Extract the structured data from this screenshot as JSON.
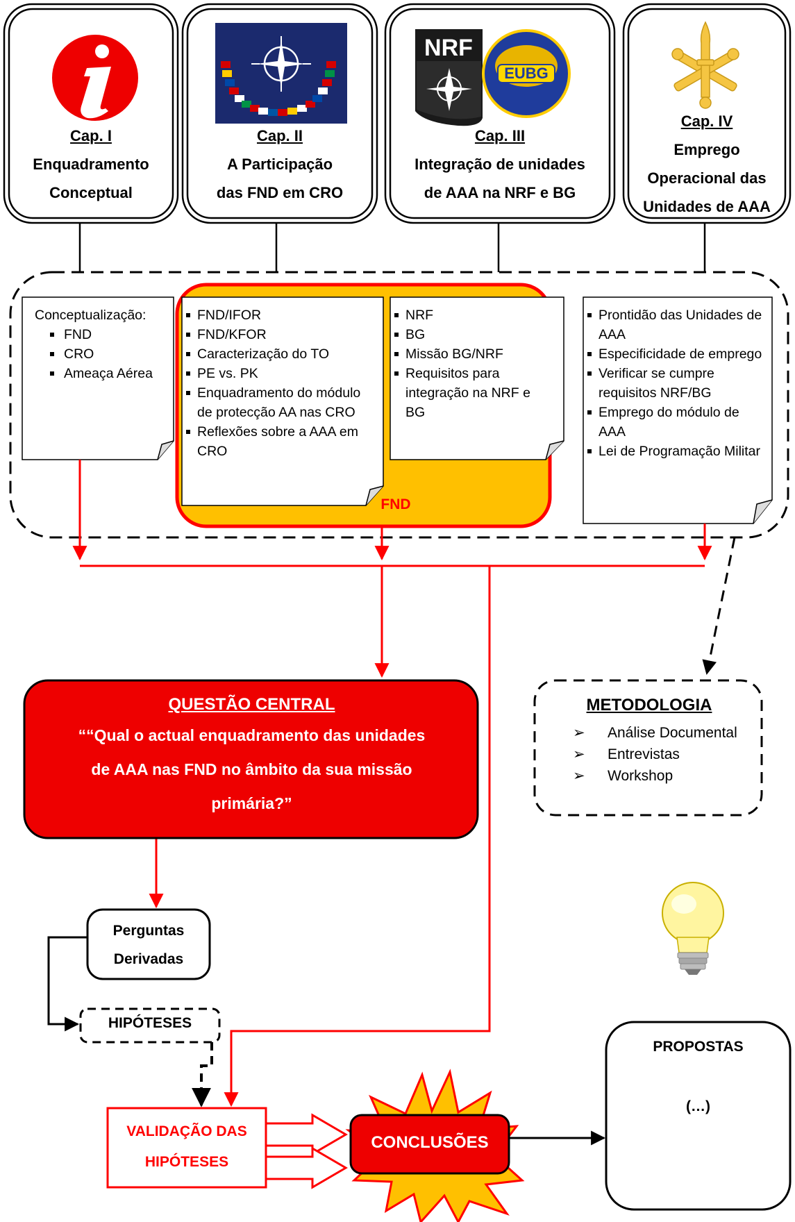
{
  "chapters": [
    {
      "heading": "Cap. I",
      "lines": [
        "Enquadramento",
        "Conceptual"
      ],
      "icon": "info-icon"
    },
    {
      "heading": "Cap. II",
      "lines": [
        "A Participação",
        "das FND em CRO"
      ],
      "icon": "nato-flags-icon"
    },
    {
      "heading": "Cap. III",
      "lines": [
        "Integração de unidades",
        "de AAA na NRF e BG"
      ],
      "icon": "nrf-eubg-logos-icon"
    },
    {
      "heading": "Cap. IV",
      "lines": [
        "Emprego",
        "Operacional das",
        "Unidades de AAA"
      ],
      "icon": "artillery-insignia-icon"
    }
  ],
  "logos": {
    "nrf": "NRF",
    "eubg": "EUBG"
  },
  "notes": {
    "n1": {
      "title": "Conceptualização:",
      "items": [
        "FND",
        "CRO",
        "Ameaça Aérea"
      ]
    },
    "n2": {
      "items": [
        "FND/IFOR",
        "FND/KFOR",
        "Caracterização do TO",
        "PE vs. PK",
        "Enquadramento do módulo de protecção AA nas CRO",
        "Reflexões sobre a AAA em CRO"
      ]
    },
    "n3": {
      "items": [
        "NRF",
        "BG",
        "Missão BG/NRF",
        "Requisitos para integração na NRF e BG"
      ]
    },
    "n4": {
      "items": [
        "Prontidão das Unidades de AAA",
        "Especificidade de emprego",
        "Verificar se cumpre requisitos NRF/BG",
        "Emprego do módulo de AAA",
        "Lei de Programação Militar"
      ]
    }
  },
  "fnd_label": "FND",
  "questao": {
    "title": "QUESTÃO CENTRAL",
    "lines": [
      "““Qual o actual enquadramento das unidades",
      "de AAA nas FND no âmbito da sua missão",
      "primária?”"
    ]
  },
  "metodologia": {
    "title": "METODOLOGIA",
    "items": [
      "Análise Documental",
      "Entrevistas",
      "Workshop"
    ]
  },
  "perguntas": [
    "Perguntas",
    "Derivadas"
  ],
  "hipoteses": "HIPÓTESES",
  "validacao": [
    "VALIDAÇÃO DAS",
    "HIPÓTESES"
  ],
  "conclusoes": "CONCLUSÕES",
  "propostas": {
    "title": "PROPOSTAS",
    "body": "(…)"
  },
  "colors": {
    "red": "#ff0000",
    "fill_red": "#ee0000",
    "gold": "#ffc000",
    "yellow": "#ffd800",
    "insignia": "#f5c542"
  }
}
